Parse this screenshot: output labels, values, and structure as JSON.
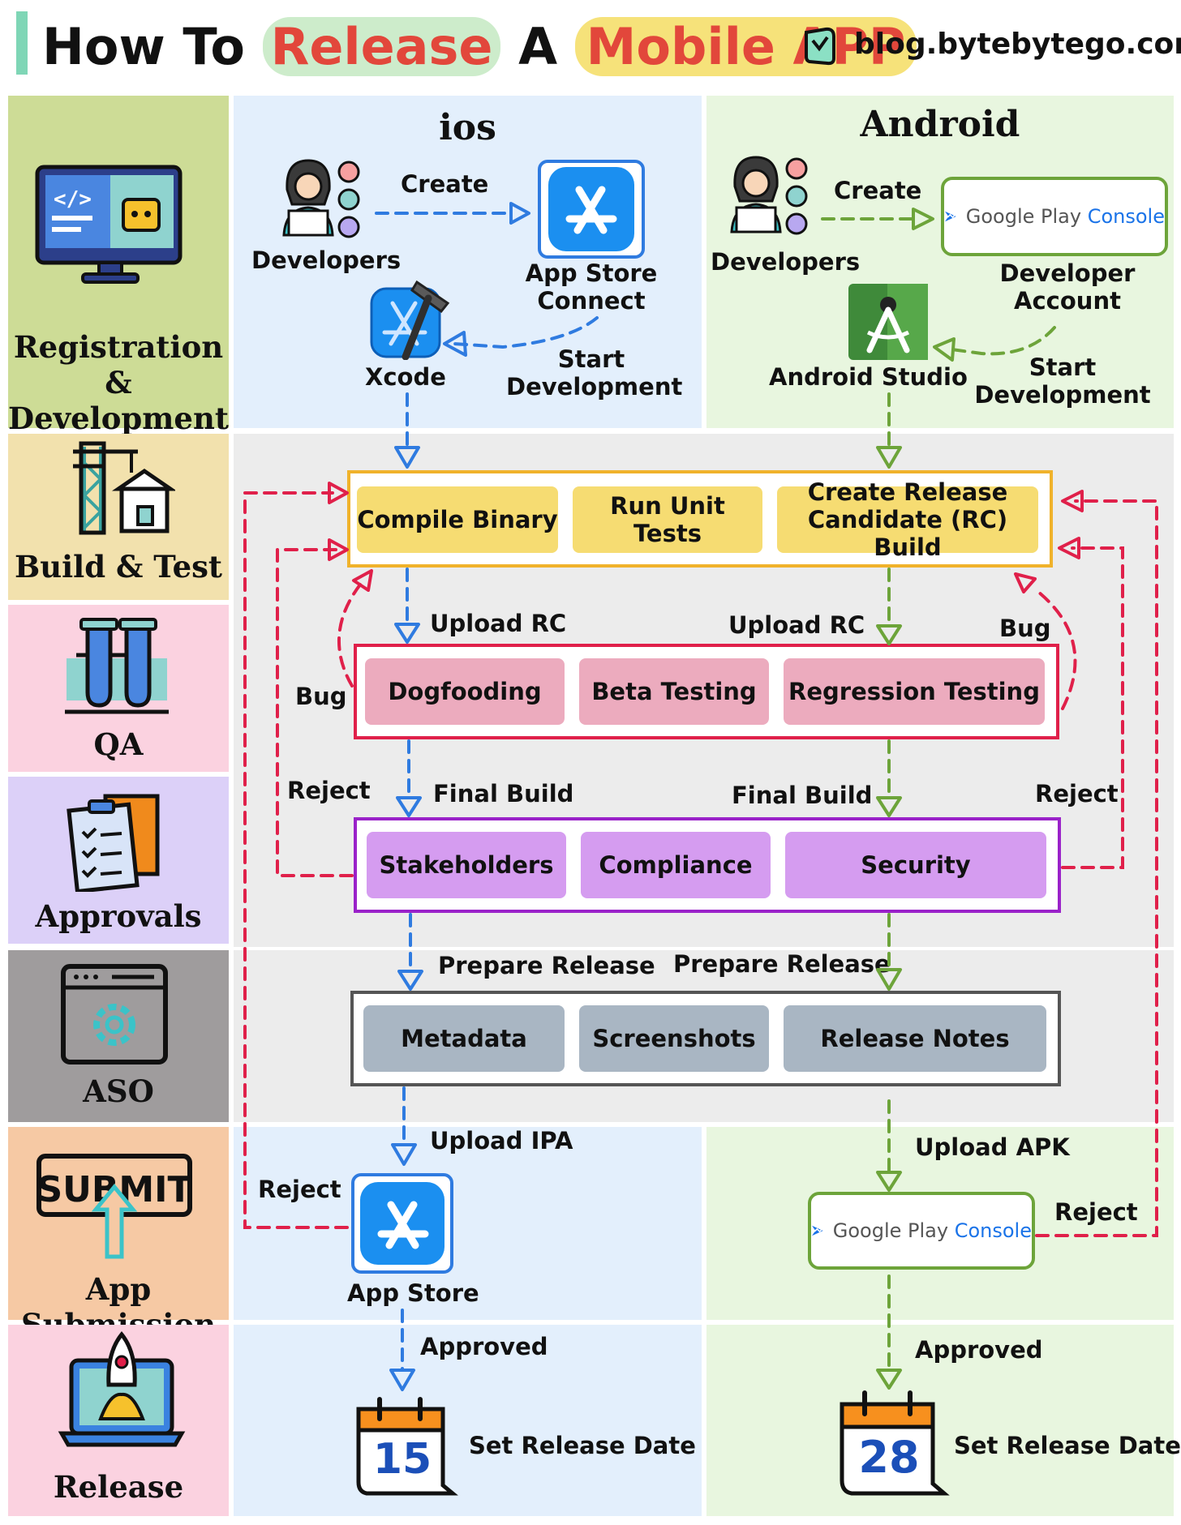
{
  "header": {
    "title_part1": "How To",
    "title_highlight1": "Release",
    "title_part2": "A",
    "title_highlight2": "Mobile APP",
    "blog": "blog.bytebytego.com",
    "icon": "bytebytego-logo-icon"
  },
  "stages": [
    {
      "label": "Registration & Development",
      "icon": "monitor-code-icon",
      "color": "#cddc96"
    },
    {
      "label": "Build & Test",
      "icon": "crane-building-icon",
      "color": "#f2e1ad"
    },
    {
      "label": "QA",
      "icon": "test-tubes-icon",
      "color": "#fbd2e0"
    },
    {
      "label": "Approvals",
      "icon": "clipboard-checklist-icon",
      "color": "#dcd0f8"
    },
    {
      "label": "ASO",
      "icon": "browser-gear-icon",
      "color": "#9f9c9d"
    },
    {
      "label": "App Submission",
      "icon": "submit-icon",
      "color": "#f6c9a4"
    },
    {
      "label": "Release",
      "icon": "rocket-laptop-icon",
      "color": "#fbd2e0"
    }
  ],
  "columns": {
    "ios": "ios",
    "android": "Android"
  },
  "registration": {
    "ios": {
      "developers": "Developers",
      "create": "Create",
      "app_store_connect": "App Store Connect",
      "start_development": "Start Development",
      "xcode": "Xcode"
    },
    "android": {
      "developers": "Developers",
      "create": "Create",
      "google_play": "Google Play",
      "console": "Console",
      "developer_account": "Developer Account",
      "start_development": "Start Development",
      "android_studio": "Android Studio"
    }
  },
  "build": {
    "steps": [
      "Compile Binary",
      "Run Unit Tests",
      "Create Release Candidate (RC) Build"
    ]
  },
  "qa": {
    "steps": [
      "Dogfooding",
      "Beta Testing",
      "Regression Testing"
    ],
    "upload_ios": "Upload RC",
    "upload_android": "Upload RC",
    "bug_left": "Bug",
    "bug_right": "Bug"
  },
  "approvals": {
    "steps": [
      "Stakeholders",
      "Compliance",
      "Security"
    ],
    "final_ios": "Final Build",
    "final_android": "Final Build",
    "reject_left": "Reject",
    "reject_right": "Reject"
  },
  "aso": {
    "steps": [
      "Metadata",
      "Screenshots",
      "Release Notes"
    ],
    "prepare_ios": "Prepare Release",
    "prepare_android": "Prepare Release"
  },
  "submission": {
    "upload_ipa": "Upload IPA",
    "upload_apk": "Upload APK",
    "app_store": "App Store",
    "google_play": "Google Play",
    "console": "Console",
    "reject_ios": "Reject",
    "reject_android": "Reject"
  },
  "release": {
    "approved_ios": "Approved",
    "approved_android": "Approved",
    "set_date_ios": "Set Release Date",
    "set_date_android": "Set Release Date",
    "day_ios": "15",
    "day_android": "28"
  },
  "colors": {
    "ios_arrow": "#2f7be0",
    "android_arrow": "#6da43a",
    "reject_arrow": "#e0204a",
    "build_border": "#f0b22b",
    "build_pill": "#f6dc72",
    "qa_border": "#e0204a",
    "qa_pill": "#ecabbe",
    "approval_border": "#9a22c9",
    "approval_pill": "#d59cf0",
    "aso_pill": "#a9b6c3"
  }
}
